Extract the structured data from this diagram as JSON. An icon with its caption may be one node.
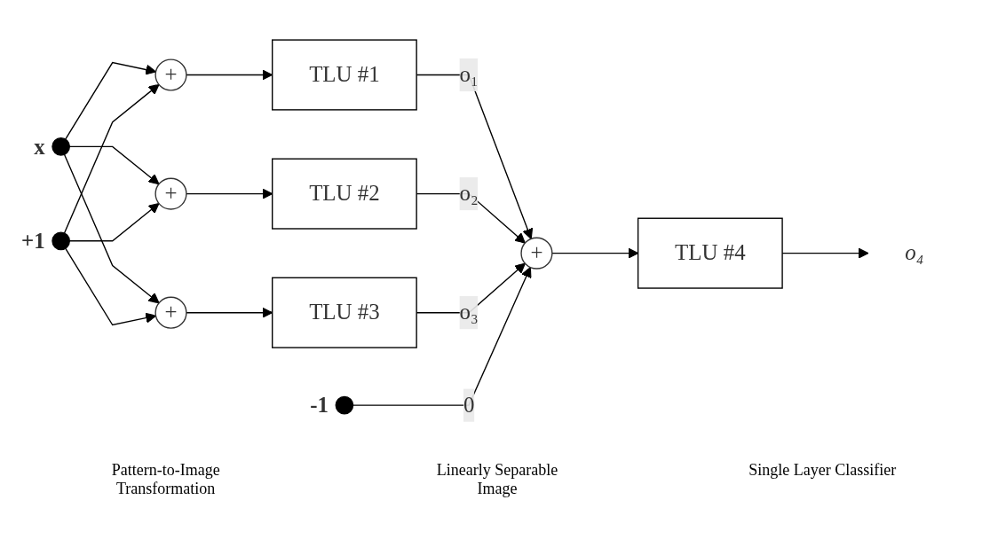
{
  "diagram": {
    "nodes": [
      {
        "text": [],
        "shape": "circle",
        "beside": [
          "x"
        ]
      },
      {
        "text": [],
        "shape": "circle",
        "beside": [
          "+1"
        ]
      },
      {
        "text": [
          "+"
        ]
      },
      {
        "text": [
          "+"
        ]
      },
      {
        "text": [
          "+"
        ]
      },
      {
        "text": [
          "TLU #1"
        ]
      },
      {
        "text": [
          "TLU #2"
        ]
      },
      {
        "text": [
          "TLU #3"
        ]
      },
      {
        "text": [
          "+"
        ]
      },
      {
        "text": [],
        "shape": "circle",
        "beside": [
          "-1"
        ]
      },
      {
        "text": [
          "TLU #4"
        ]
      },
      {
        "text": [
          "o₄"
        ]
      }
    ],
    "edges": [
      {
        "from": 0,
        "to": 2,
        "arrow": "to"
      },
      {
        "from": 0,
        "to": 3,
        "arrow": "to"
      },
      {
        "from": 0,
        "to": 4,
        "arrow": "to"
      },
      {
        "from": 1,
        "to": 2,
        "arrow": "to"
      },
      {
        "from": 1,
        "to": 3,
        "arrow": "to"
      },
      {
        "from": 1,
        "to": 4,
        "arrow": "to"
      },
      {
        "from": 2,
        "to": 5,
        "arrow": "to"
      },
      {
        "from": 3,
        "to": 6,
        "arrow": "to"
      },
      {
        "from": 4,
        "to": 7,
        "arrow": "to"
      },
      {
        "from": 5,
        "to": 8,
        "arrow": "to",
        "label": "o₁"
      },
      {
        "from": 6,
        "to": 8,
        "arrow": "to",
        "label": "o₂"
      },
      {
        "from": 7,
        "to": 8,
        "arrow": "to",
        "label": "o₃"
      },
      {
        "from": 9,
        "to": 8,
        "arrow": "to",
        "label": "0"
      },
      {
        "from": 8,
        "to": 10,
        "arrow": "to"
      },
      {
        "from": 10,
        "to": 11,
        "arrow": "to"
      }
    ],
    "labels": [
      "Pattern-to-Image Transformation",
      "Linearly Separable Image",
      "Single Layer Classifier"
    ]
  }
}
